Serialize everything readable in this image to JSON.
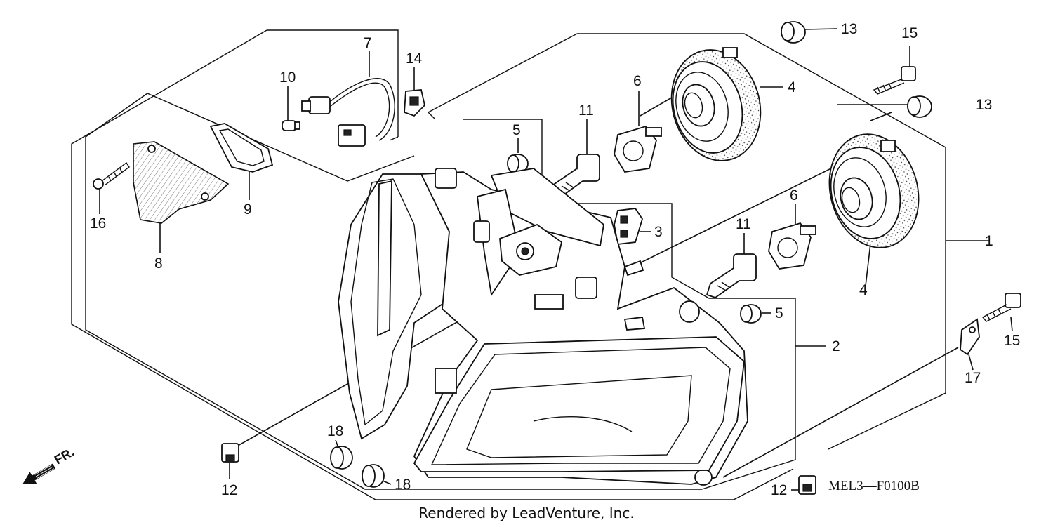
{
  "diagram": {
    "callouts": [
      "1",
      "2",
      "3",
      "4",
      "4",
      "5",
      "5",
      "6",
      "6",
      "7",
      "8",
      "9",
      "10",
      "11",
      "11",
      "12",
      "12",
      "13",
      "13",
      "14",
      "15",
      "15",
      "16",
      "17",
      "18",
      "18"
    ],
    "reference_code": "MEL3—F0100B",
    "direction_label": "FR.",
    "footer": "Rendered by LeadVenture, Inc.",
    "icons": [
      "front-direction-arrow-icon"
    ]
  }
}
